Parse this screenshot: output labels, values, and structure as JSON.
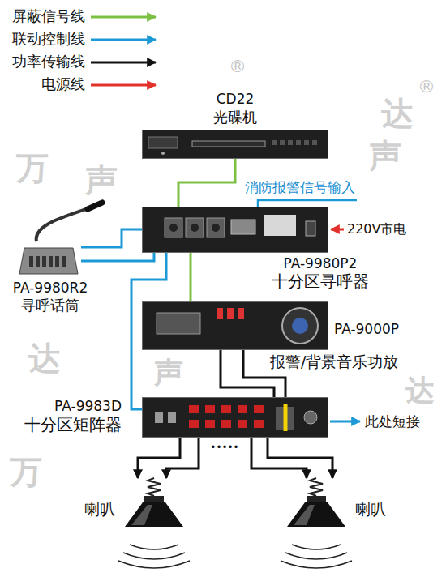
{
  "diagram": {
    "nodes": [
      {
        "text": [
          "CD22",
          "光碟机"
        ]
      },
      {
        "text": [
          "PA-9980P2",
          "十分区寻呼器"
        ]
      },
      {
        "text": [
          "PA-9980R2",
          "寻呼话筒"
        ]
      },
      {
        "text": [
          "PA-9000P",
          "报警/背景音乐功放"
        ]
      },
      {
        "text": [
          "PA-9983D",
          "十分区矩阵器"
        ]
      },
      {
        "text": [
          "喇叭"
        ]
      },
      {
        "text": [
          "喇叭"
        ]
      }
    ],
    "edges": [
      {
        "from": 0,
        "to": 1,
        "arrow": "none"
      },
      {
        "from": 2,
        "to": 1,
        "arrow": "none"
      },
      {
        "from": 2,
        "to": 1,
        "arrow": "none"
      },
      {
        "from": 1,
        "to": 3,
        "arrow": "none"
      },
      {
        "from": 1,
        "to": 4,
        "arrow": "none"
      },
      {
        "from": 3,
        "to": 4,
        "arrow": "none"
      },
      {
        "from": 3,
        "to": 4,
        "arrow": "none"
      },
      {
        "from": 4,
        "to": 5,
        "arrow": "to"
      },
      {
        "from": 4,
        "to": 5,
        "arrow": "to"
      },
      {
        "from": 4,
        "to": 6,
        "arrow": "to"
      },
      {
        "from": 4,
        "to": 6,
        "arrow": "to"
      }
    ],
    "labels": [
      "消防报警信号输入",
      "220V市电",
      "此处短接",
      "•••••",
      "万",
      "声",
      "®",
      "声",
      "达",
      "®",
      "达",
      "声",
      "达",
      "万"
    ],
    "legend": [
      {
        "text": "屏蔽信号线"
      },
      {
        "text": "联动控制线"
      },
      {
        "text": "功率传输线"
      },
      {
        "text": "电源线"
      }
    ]
  }
}
